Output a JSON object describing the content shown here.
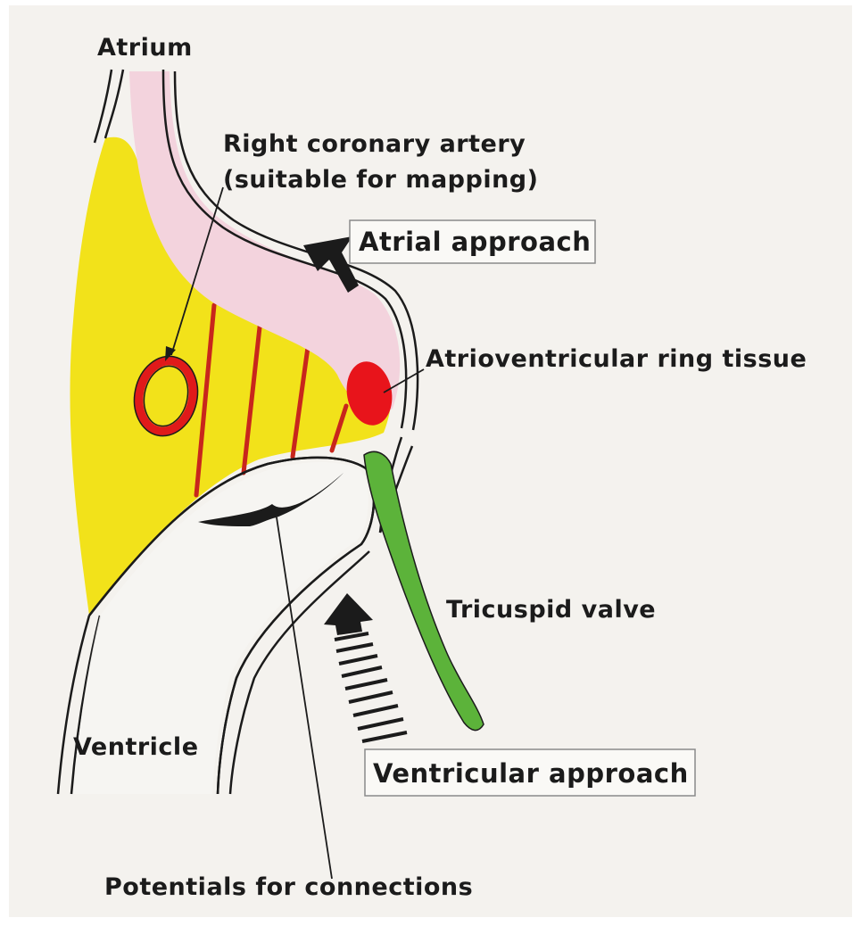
{
  "labels": {
    "atrium": "Atrium",
    "right_coronary_artery_line1": "Right coronary artery",
    "right_coronary_artery_line2": "(suitable for mapping)",
    "atrial_approach": "Atrial approach",
    "av_ring_tissue": "Atrioventricular ring tissue",
    "tricuspid_valve": "Tricuspid valve",
    "ventricle": "Ventricle",
    "ventricular_approach": "Ventricular approach",
    "potentials_for_connections": "Potentials for connections"
  },
  "colors": {
    "background": "#f4f2ee",
    "fat_yellow": "#f2e21a",
    "atrial_wall_pink": "#f3d3dd",
    "artery_red": "#e01a1a",
    "av_tissue_red": "#e8141b",
    "valve_green": "#5cb33a",
    "outline": "#1b1b1b"
  }
}
